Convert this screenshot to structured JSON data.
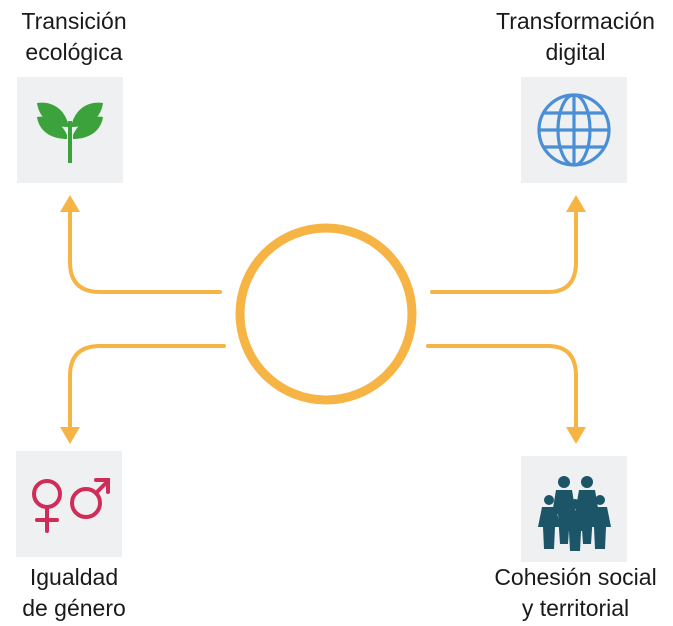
{
  "diagram": {
    "colors": {
      "arrow": "#f6b445",
      "tile_bg": "#eef0f2",
      "leaf": "#3ca23c",
      "globe": "#4a8ed6",
      "gender": "#cf2c58",
      "people": "#1b5567"
    },
    "nodes": {
      "top_left": {
        "line1": "Transición",
        "line2": "ecológica",
        "icon": "plant-sprout-icon"
      },
      "top_right": {
        "line1": "Transformación",
        "line2": "digital",
        "icon": "globe-icon"
      },
      "bottom_left": {
        "line1": "Igualdad",
        "line2": "de género",
        "icon": "gender-symbols-icon"
      },
      "bottom_right": {
        "line1": "Cohesión social",
        "line2": "y territorial",
        "icon": "people-group-icon"
      }
    }
  }
}
